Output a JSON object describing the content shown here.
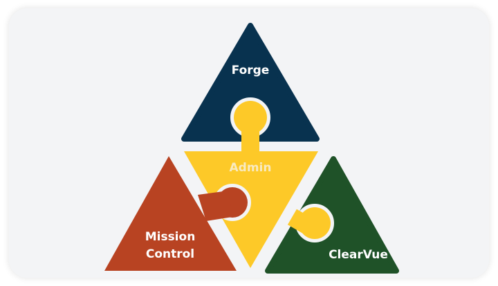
{
  "diagram": {
    "pieces": [
      {
        "id": "forge",
        "label": "Forge",
        "color": "#08324f"
      },
      {
        "id": "admin",
        "label": "Admin",
        "color": "#fdc928"
      },
      {
        "id": "mission-control",
        "label_lines": [
          "Mission",
          "Control"
        ],
        "color": "#b84322"
      },
      {
        "id": "clearvue",
        "label": "ClearVue",
        "color": "#1f5228"
      }
    ],
    "background": "#f3f4f6"
  }
}
